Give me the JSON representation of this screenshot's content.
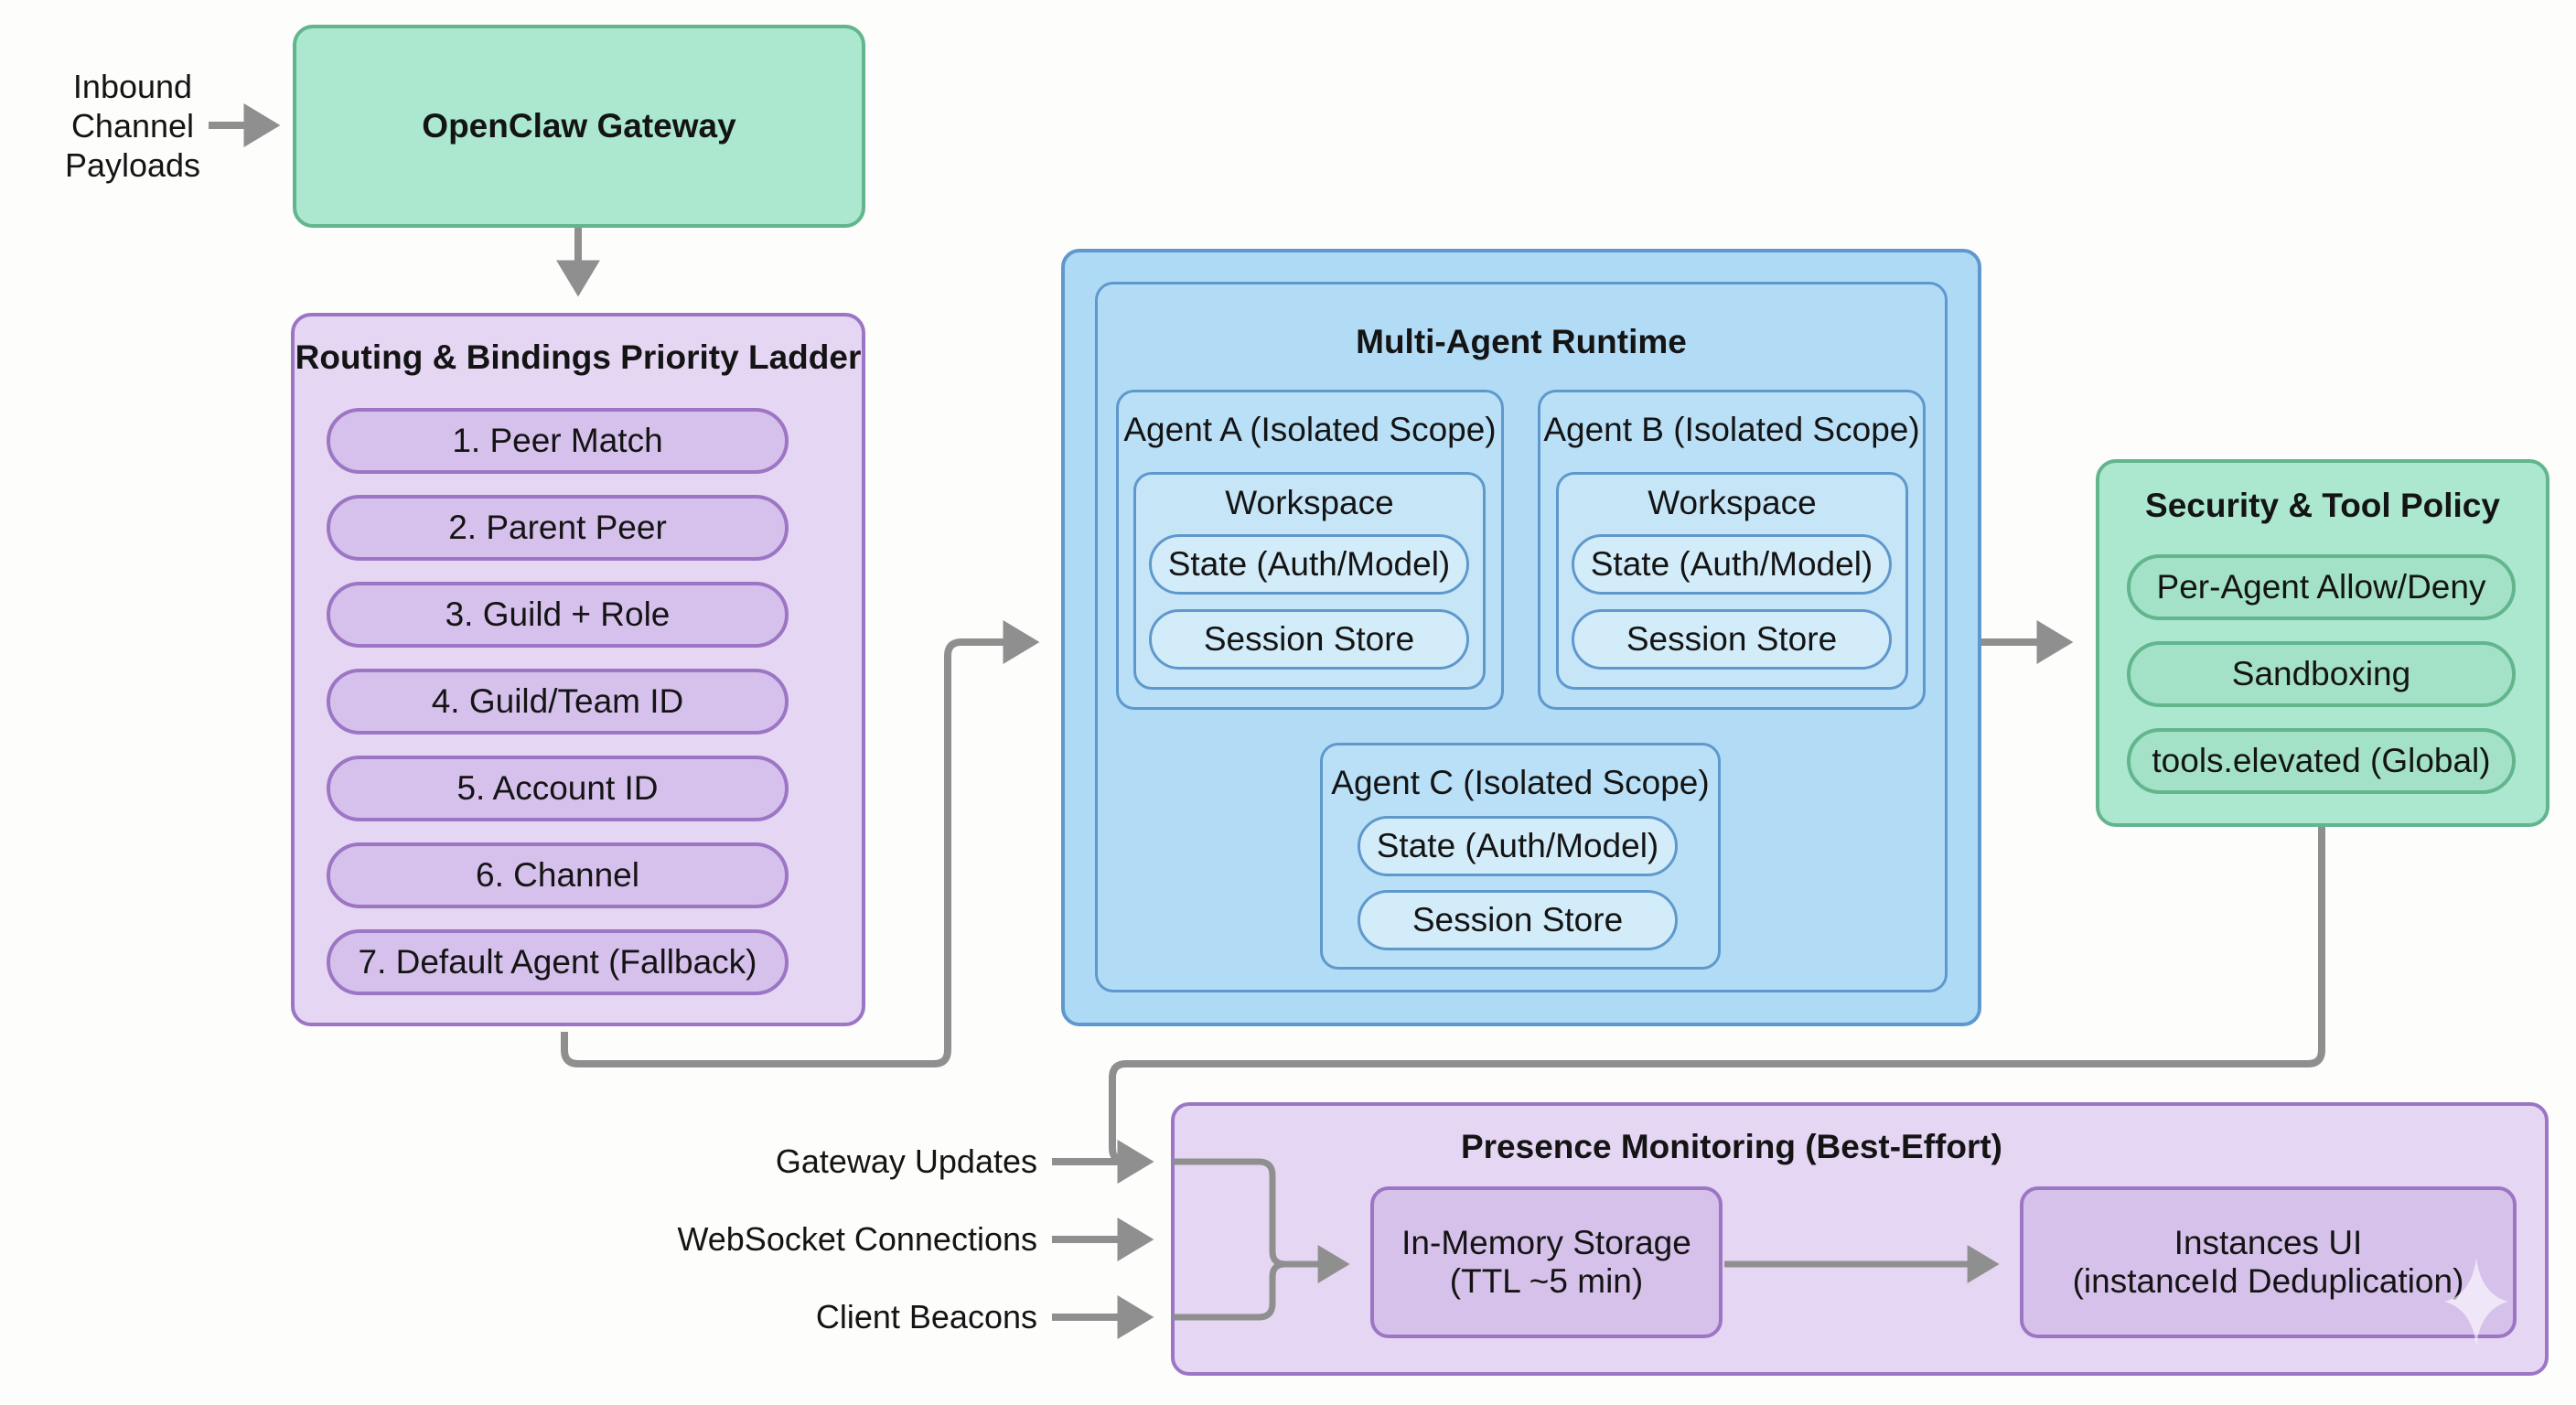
{
  "inbound": {
    "line1": "Inbound",
    "line2": "Channel",
    "line3": "Payloads"
  },
  "gateway": {
    "title": "OpenClaw Gateway"
  },
  "routing": {
    "title": "Routing & Bindings Priority Ladder",
    "steps": [
      "1. Peer Match",
      "2. Parent Peer",
      "3. Guild + Role",
      "4. Guild/Team ID",
      "5. Account ID",
      "6. Channel",
      "7. Default Agent (Fallback)"
    ]
  },
  "runtime": {
    "title": "Multi-Agent Runtime",
    "agents": [
      {
        "name": "Agent A (Isolated Scope)",
        "workspace": "Workspace",
        "state": "State (Auth/Model)",
        "session": "Session Store"
      },
      {
        "name": "Agent B (Isolated Scope)",
        "workspace": "Workspace",
        "state": "State (Auth/Model)",
        "session": "Session Store"
      },
      {
        "name": "Agent C (Isolated Scope)",
        "state": "State (Auth/Model)",
        "session": "Session Store"
      }
    ]
  },
  "security": {
    "title": "Security & Tool Policy",
    "items": [
      "Per-Agent Allow/Deny",
      "Sandboxing",
      "tools.elevated (Global)"
    ]
  },
  "presence": {
    "title": "Presence Monitoring (Best-Effort)",
    "inputs": [
      "Gateway Updates",
      "WebSocket Connections",
      "Client Beacons"
    ],
    "storage": {
      "line1": "In-Memory Storage",
      "line2": "(TTL ~5 min)"
    },
    "instances": {
      "line1": "Instances UI",
      "line2": "(instanceId Deduplication)"
    }
  },
  "colors": {
    "green": "#abe8cf",
    "purple": "#e5d7f3",
    "blue": "#aedaf6",
    "connector": "#8f8f8f"
  }
}
